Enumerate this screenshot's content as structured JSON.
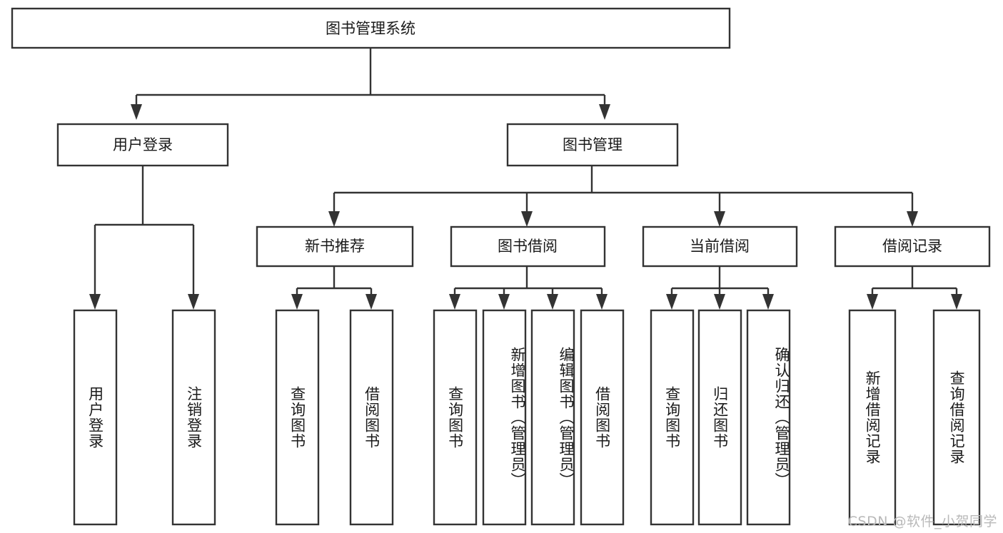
{
  "diagram": {
    "type": "tree",
    "title": "图书管理系统",
    "root": {
      "label": "图书管理系统"
    },
    "level1": [
      {
        "label": "用户登录"
      },
      {
        "label": "图书管理"
      }
    ],
    "level2": [
      {
        "label": "新书推荐"
      },
      {
        "label": "图书借阅"
      },
      {
        "label": "当前借阅"
      },
      {
        "label": "借阅记录"
      }
    ],
    "leaves": {
      "user_login": [
        {
          "label": "用户登录"
        },
        {
          "label": "注销登录"
        }
      ],
      "new_book_recommend": [
        {
          "label": "查询图书"
        },
        {
          "label": "借阅图书"
        }
      ],
      "book_borrow": [
        {
          "label": "查询图书"
        },
        {
          "label": "新增图书（管理员）"
        },
        {
          "label": "编辑图书（管理员）"
        },
        {
          "label": "借阅图书"
        }
      ],
      "current_borrow": [
        {
          "label": "查询图书"
        },
        {
          "label": "归还图书"
        },
        {
          "label": "确认归还（管理员）"
        }
      ],
      "borrow_record": [
        {
          "label": "新增借阅记录"
        },
        {
          "label": "查询借阅记录"
        }
      ]
    }
  },
  "watermark": {
    "text": "CSDN @软件_小贺同学"
  },
  "colors": {
    "box_border": "#333333",
    "box_fill": "#ffffff",
    "text": "#1a1a1a",
    "watermark": "#b9b9b9",
    "page_background": "#ffffff"
  }
}
